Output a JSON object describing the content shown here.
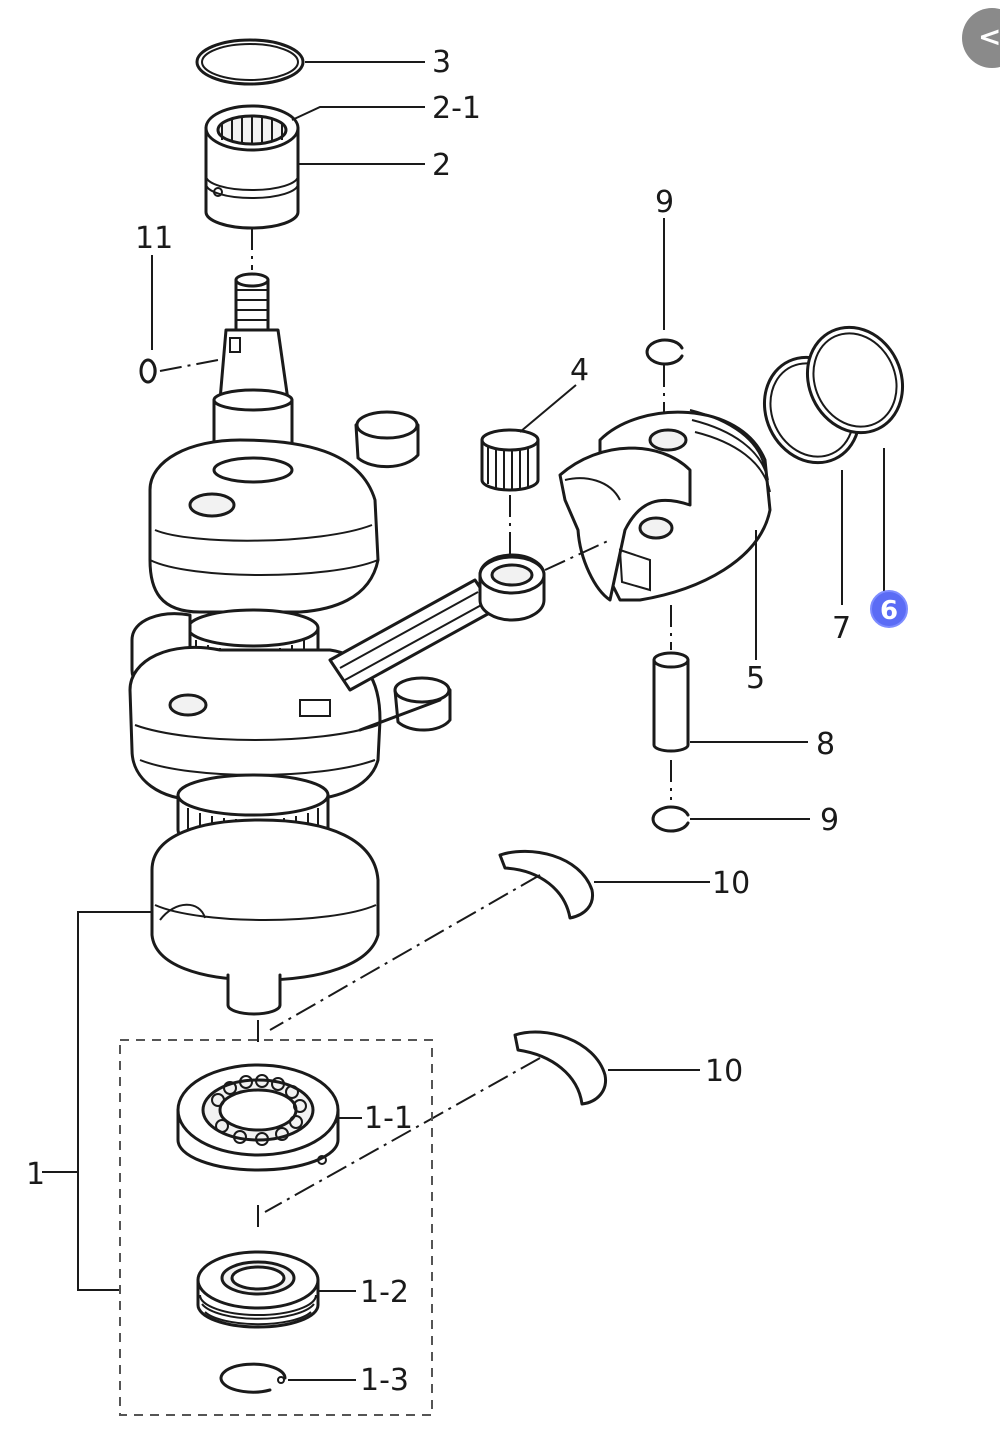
{
  "callouts": {
    "c3": "3",
    "c2_1": "2-1",
    "c2": "2",
    "c11": "11",
    "c9_top": "9",
    "c4": "4",
    "c5": "5",
    "c6": "6",
    "c7": "7",
    "c8": "8",
    "c9_bottom": "9",
    "c10_top": "10",
    "c10_bottom": "10",
    "c1": "1",
    "c1_1": "1-1",
    "c1_2": "1-2",
    "c1_3": "1-3"
  },
  "navigation": {
    "back_icon": "chevron-left-icon",
    "back_glyph": "<"
  },
  "colors": {
    "highlight_badge": "#5b6cf5",
    "line": "#1a1a1a",
    "nav_button": "#8a8a8a"
  }
}
